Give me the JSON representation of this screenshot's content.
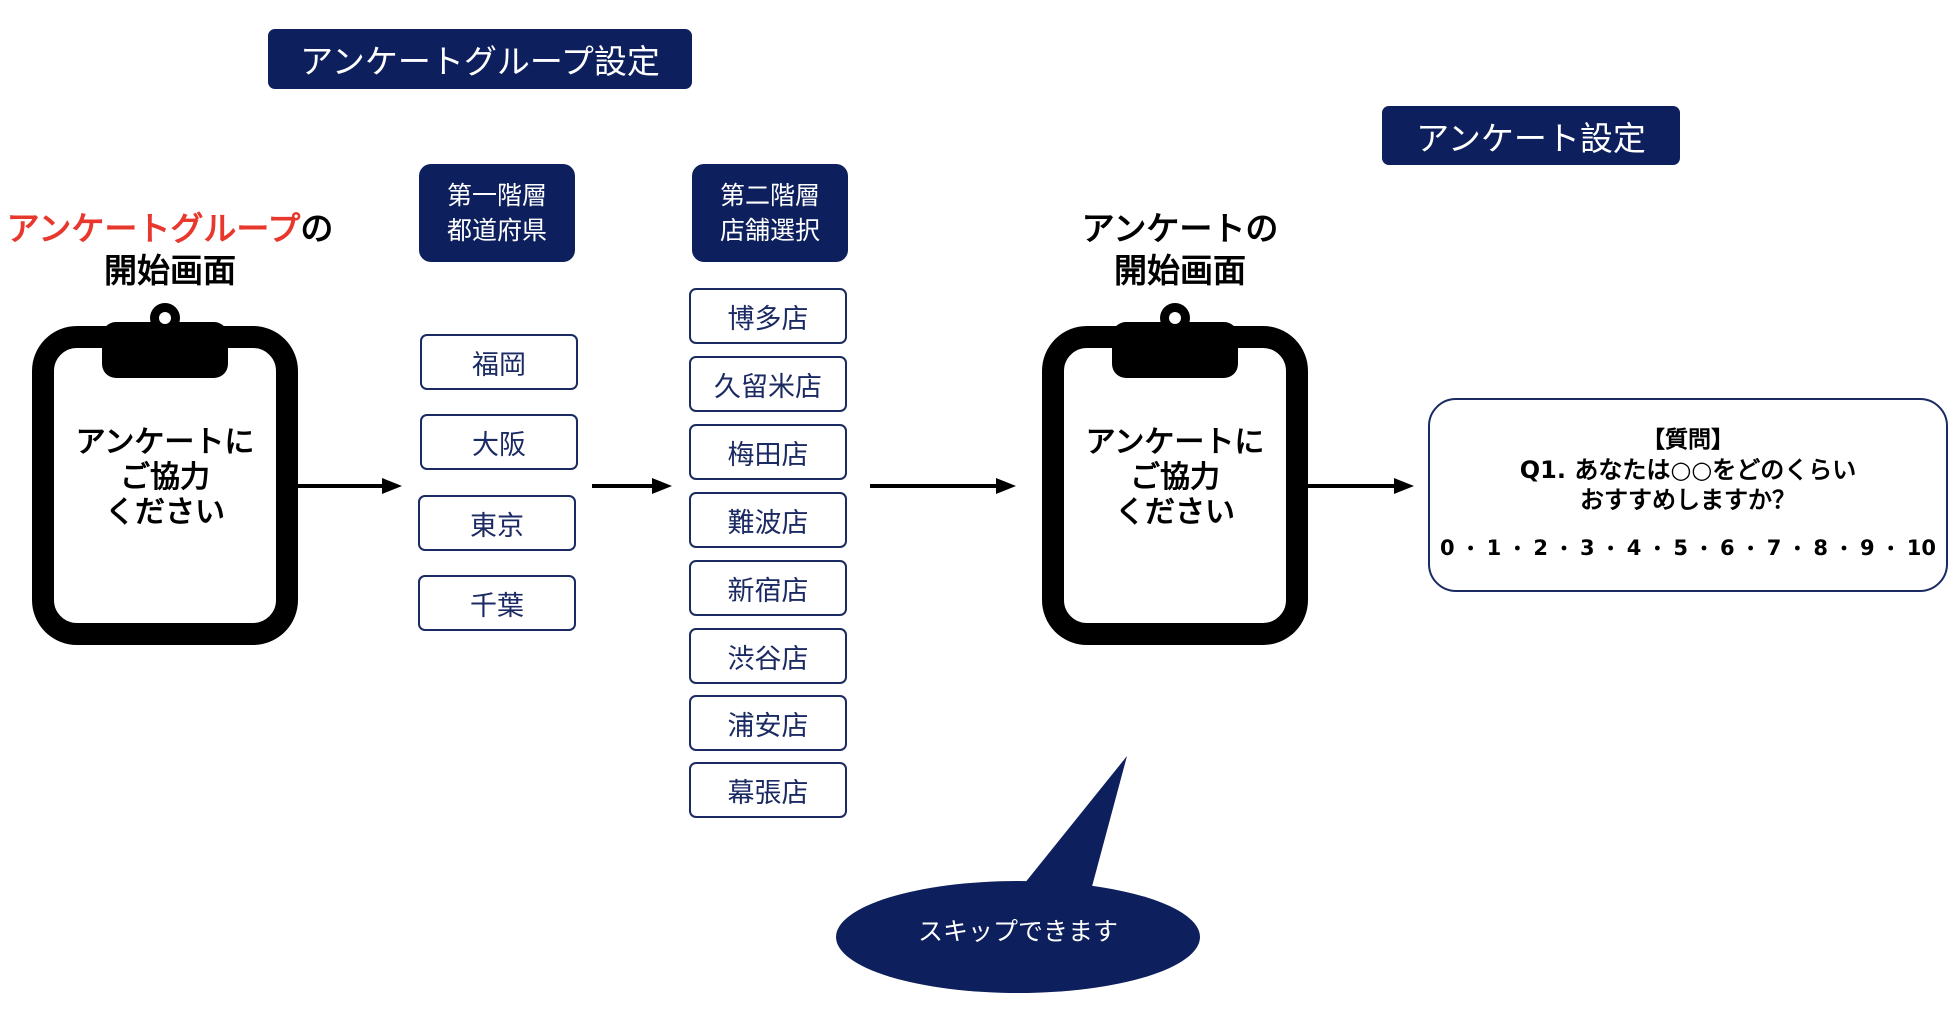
{
  "labels": {
    "group_settings": "アンケートグループ設定",
    "survey_settings": "アンケート設定",
    "level1_line1": "第一階層",
    "level1_line2": "都道府県",
    "level2_line1": "第二階層",
    "level2_line2": "店舗選択"
  },
  "group_start": {
    "heading_red": "アンケートグループ",
    "heading_black": "の",
    "heading_line2": "開始画面",
    "clip_line1": "アンケートに",
    "clip_line2": "ご協力",
    "clip_line3": "ください"
  },
  "survey_start": {
    "heading_line1": "アンケートの",
    "heading_line2": "開始画面",
    "clip_line1": "アンケートに",
    "clip_line2": "ご協力",
    "clip_line3": "ください"
  },
  "prefectures": [
    "福岡",
    "大阪",
    "東京",
    "千葉"
  ],
  "stores": [
    "博多店",
    "久留米店",
    "梅田店",
    "難波店",
    "新宿店",
    "渋谷店",
    "浦安店",
    "幕張店"
  ],
  "question": {
    "bracket_title": "【質問】",
    "line1": "Q1. あなたは○○をどのくらい",
    "line2": "おすすめしますか？",
    "scale": [
      "0",
      "1",
      "2",
      "3",
      "4",
      "5",
      "6",
      "7",
      "8",
      "9",
      "10"
    ]
  },
  "callout": "スキップできます",
  "colors": {
    "navy": "#0d1f5c",
    "border_navy": "#1b2a63",
    "accent_red": "#e8382d",
    "black": "#000000"
  }
}
